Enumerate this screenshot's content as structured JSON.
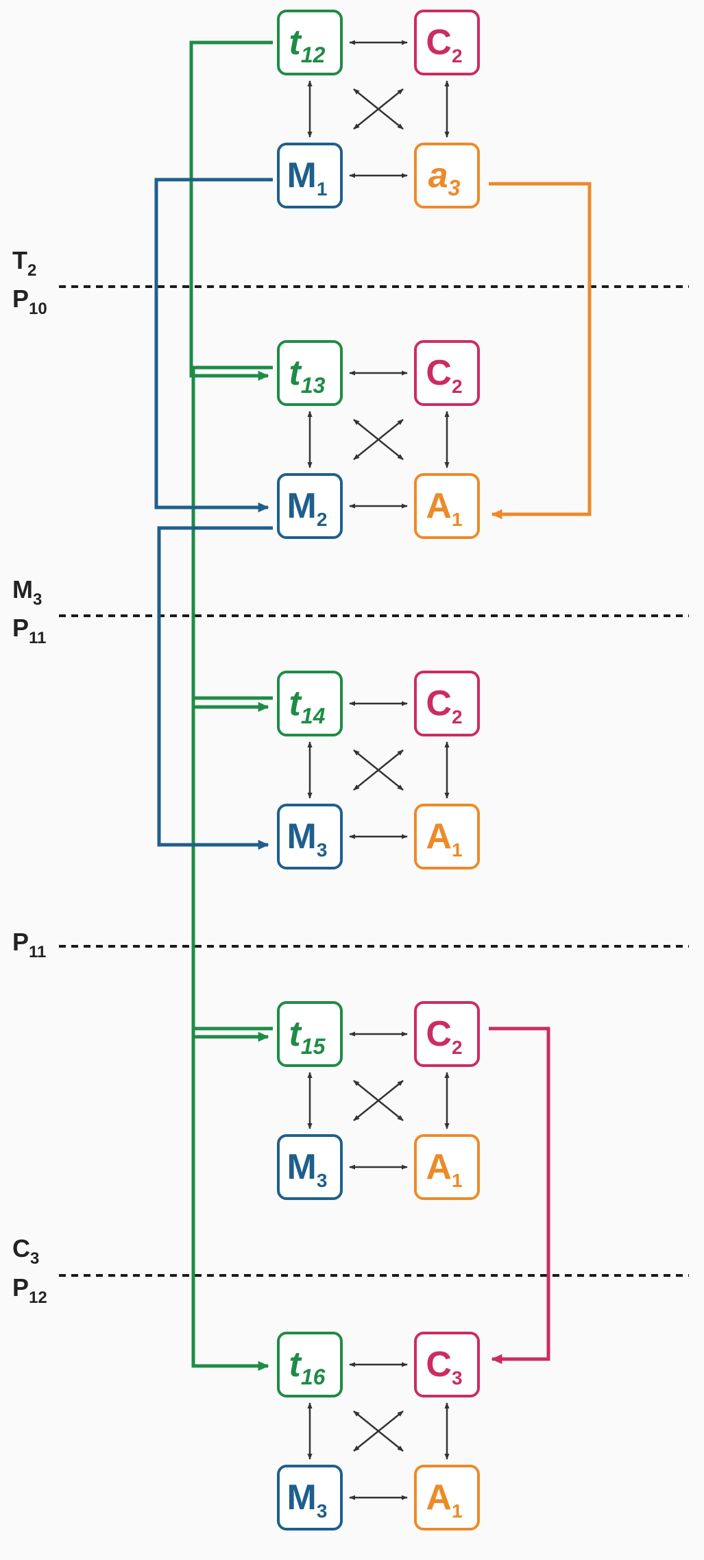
{
  "colors": {
    "green": "#1e8c45",
    "red": "#cc2b63",
    "blue": "#1f5f8c",
    "orange": "#ec8a2a",
    "arrow": "#333333",
    "dash": "#1a1a1a"
  },
  "boundaries": [
    {
      "top": {
        "main": "T",
        "sub": "2"
      },
      "bottom": {
        "main": "P",
        "sub": "10"
      }
    },
    {
      "top": {
        "main": "M",
        "sub": "3"
      },
      "bottom": {
        "main": "P",
        "sub": "11"
      }
    },
    {
      "top": null,
      "bottom": {
        "main": "P",
        "sub": "11"
      }
    },
    {
      "top": {
        "main": "C",
        "sub": "3"
      },
      "bottom": {
        "main": "P",
        "sub": "12"
      }
    }
  ],
  "groups": [
    {
      "t": {
        "main": "t",
        "sub": "12"
      },
      "c": {
        "main": "C",
        "sub": "2"
      },
      "m": {
        "main": "M",
        "sub": "1"
      },
      "a": {
        "main": "a",
        "sub": "3",
        "italic": true
      }
    },
    {
      "t": {
        "main": "t",
        "sub": "13"
      },
      "c": {
        "main": "C",
        "sub": "2"
      },
      "m": {
        "main": "M",
        "sub": "2"
      },
      "a": {
        "main": "A",
        "sub": "1",
        "italic": false
      }
    },
    {
      "t": {
        "main": "t",
        "sub": "14"
      },
      "c": {
        "main": "C",
        "sub": "2"
      },
      "m": {
        "main": "M",
        "sub": "3"
      },
      "a": {
        "main": "A",
        "sub": "1",
        "italic": false
      }
    },
    {
      "t": {
        "main": "t",
        "sub": "15"
      },
      "c": {
        "main": "C",
        "sub": "2"
      },
      "m": {
        "main": "M",
        "sub": "3"
      },
      "a": {
        "main": "A",
        "sub": "1",
        "italic": false
      }
    },
    {
      "t": {
        "main": "t",
        "sub": "16"
      },
      "c": {
        "main": "C",
        "sub": "3"
      },
      "m": {
        "main": "M",
        "sub": "3"
      },
      "a": {
        "main": "A",
        "sub": "1",
        "italic": false
      }
    }
  ]
}
